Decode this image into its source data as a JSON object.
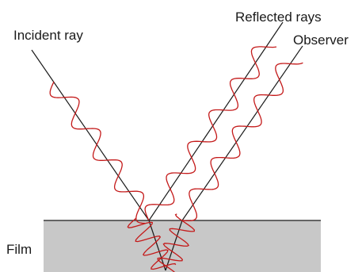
{
  "labels": {
    "incident_ray": "Incident ray",
    "reflected_rays": "Reflected rays",
    "observer": "Observer",
    "film": "Film"
  },
  "colors": {
    "film_fill": "#c8c8c8",
    "ray_line": "#1a1a1a",
    "wave": "#c41a1a",
    "surface_line": "#1a1a1a"
  }
}
